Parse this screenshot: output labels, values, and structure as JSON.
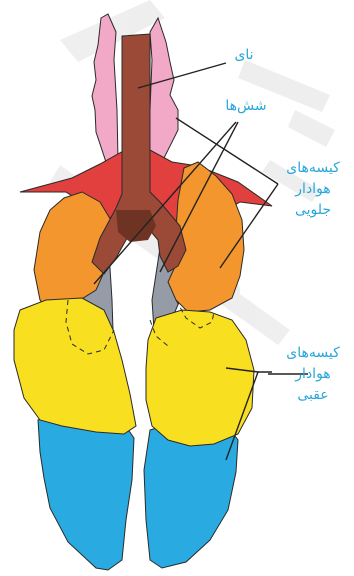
{
  "labels": {
    "trachea": "نای",
    "lungs": "شش‌ها",
    "anterior_air_sacs": [
      "کیسه‌های",
      "هوادار",
      "جلویی"
    ],
    "posterior_air_sacs": [
      "کیسه‌های",
      "هوادار",
      "عقبی"
    ]
  },
  "colors": {
    "label_text": "#2aa6dc",
    "trachea": "#9a4a36",
    "interclavicular_sac": "#e2403f",
    "cervical_sacs": "#f2a9c8",
    "anterior_sacs": "#f4962e",
    "posterior_sacs": "#f8df20",
    "abdominal_sacs": "#29abe2",
    "lungs": "#959ca8",
    "watermark": "#d3d3d3"
  }
}
